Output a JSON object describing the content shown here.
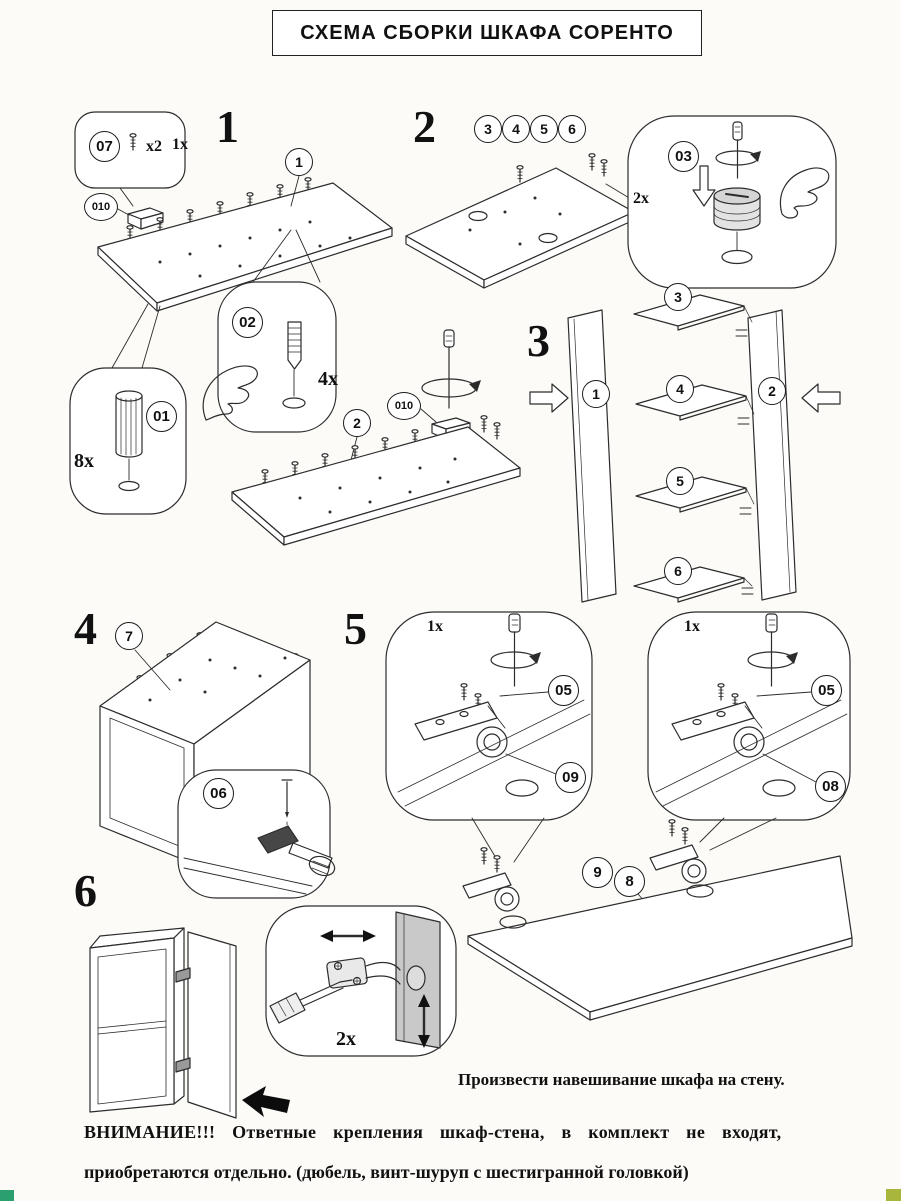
{
  "title": "СХЕМА СБОРКИ ШКАФА СОРЕНТО",
  "steps": {
    "s1": {
      "num": "1"
    },
    "s2": {
      "num": "2"
    },
    "s3": {
      "num": "3"
    },
    "s4": {
      "num": "4"
    },
    "s5": {
      "num": "5"
    },
    "s6": {
      "num": "6"
    }
  },
  "callouts": {
    "c07": "07",
    "c010a": "010",
    "c010b": "010",
    "c01": "01",
    "c02": "02",
    "c03": "03",
    "c06": "06",
    "c05a": "05",
    "c05b": "05",
    "c09": "09",
    "c08": "08",
    "p1": "1",
    "p2": "2",
    "p3": "3",
    "p4": "4",
    "p5": "5",
    "p6": "6",
    "p7": "7",
    "p8": "8",
    "p9": "9",
    "s3_left": "1",
    "s3_right": "2",
    "s3_sh3": "3",
    "s3_sh4": "4",
    "s3_sh5": "5",
    "s3_sh6": "6"
  },
  "quantities": {
    "kit_x2": "x2",
    "kit_1x": "1x",
    "dowel_4x": "4x",
    "leg_8x": "8x",
    "step2_2x": "2x",
    "hinge_a_1x": "1x",
    "hinge_b_1x": "1x",
    "step6_2x": "2x"
  },
  "notes": {
    "mount": "Произвести навешивание шкафа на стену.",
    "warning_line1": "ВНИМАНИЕ!!!  Ответные крепления шкаф-стена, в комплект не входят,",
    "warning_line2": "приобретаются отдельно. (дюбель, винт-шуруп с шестигранной головкой)"
  },
  "colors": {
    "ink": "#2c2c2c",
    "gray_fill": "#c9c9c9",
    "corner_mark_left": "#2ba06e",
    "corner_mark_right": "#a9b63c"
  }
}
